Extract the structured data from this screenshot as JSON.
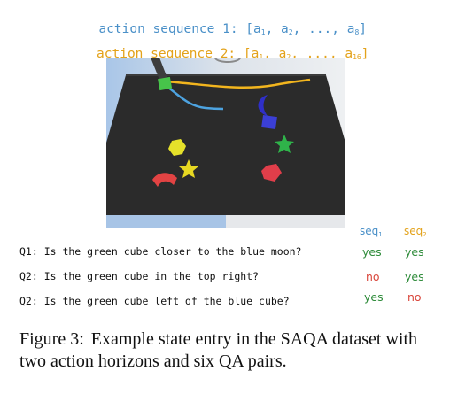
{
  "sequences": [
    {
      "prefix": "action sequence 1: [a",
      "parts": [
        {
          "sub": "1",
          "after": ", a"
        },
        {
          "sub": "2",
          "after": ", ..., a"
        },
        {
          "sub": "8",
          "after": "]"
        }
      ],
      "color": "#4a90c8"
    },
    {
      "prefix": "action sequence 2: [a",
      "parts": [
        {
          "sub": "1",
          "after": ", a"
        },
        {
          "sub": "2",
          "after": ", ..., a"
        },
        {
          "sub": "16",
          "after": "]"
        }
      ],
      "color": "#e3a21a"
    }
  ],
  "columns": {
    "seq1": {
      "base": "seq",
      "sub": "1"
    },
    "seq2": {
      "base": "seq",
      "sub": "2"
    }
  },
  "qa": [
    {
      "q": "Q1: Is the green cube closer to the blue moon?",
      "seq1": "yes",
      "seq2": "yes"
    },
    {
      "q": "Q2: Is the green cube in the top right?",
      "seq1": "no",
      "seq2": "yes"
    },
    {
      "q": "Q2: Is the green cube left of the blue cube?",
      "seq1": "yes",
      "seq2": "no"
    }
  ],
  "caption": {
    "label": "Figure 3:",
    "text": "Example state entry in the SAQA dataset with two action horizons and six QA pairs."
  },
  "colors": {
    "yes": "#2e8b3a",
    "no": "#d9463b",
    "seq1": "#4a90c8",
    "seq2": "#e3a21a"
  }
}
